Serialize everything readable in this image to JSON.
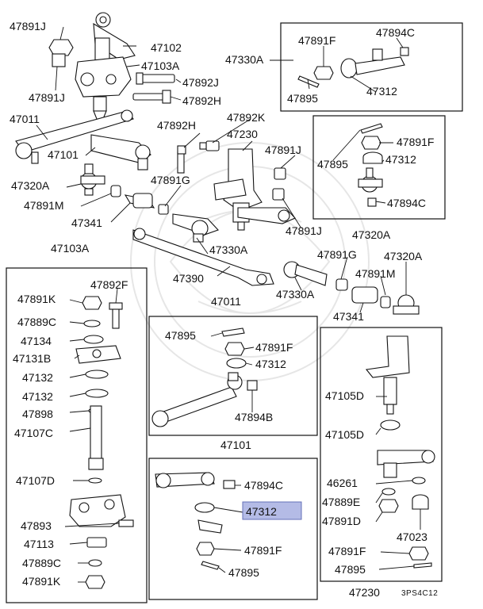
{
  "diagram": {
    "drawing_code": "3PS4C12",
    "highlight_color": "#b4bbe6",
    "labels": {
      "l01": "47891J",
      "l02": "47102",
      "l03": "47103A",
      "l04": "47892J",
      "l05": "47891J",
      "l06": "47892H",
      "l07": "47011",
      "l08": "47101",
      "l09": "47892H",
      "l10": "47892K",
      "l11": "47230",
      "l12": "47891J",
      "l13": "47320A",
      "l14": "47891G",
      "l15": "47891M",
      "l16": "47341",
      "l17": "47891J",
      "l18": "47330A",
      "l19": "47390",
      "b1a": "47330A",
      "b1b": "47891F",
      "b1c": "47894C",
      "b1d": "47895",
      "b1e": "47312",
      "b2a": "47891F",
      "b2b": "47895",
      "b2c": "47312",
      "b2d": "47894C",
      "b2e": "47320A",
      "r1": "47891G",
      "r2": "47320A",
      "r3": "47330A",
      "r4": "47891M",
      "r5": "47341",
      "b3t": "47103A",
      "b3a": "47892F",
      "b3b": "47891K",
      "b3c": "47889C",
      "b3d": "47134",
      "b3e": "47131B",
      "b3f": "47132",
      "b3g": "47132",
      "b3h": "47898",
      "b3i": "47107C",
      "b3j": "47107D",
      "b3k": "47893",
      "b3l": "47113",
      "b3m": "47889C",
      "b3n": "47891K",
      "b4t": "47011",
      "b4a": "47895",
      "b4b": "47891F",
      "b4c": "47312",
      "b4d": "47894B",
      "b5t": "47101",
      "b5a": "47894C",
      "b5b": "47312",
      "b5c": "47891F",
      "b5d": "47895",
      "b6a": "47105D",
      "b6b": "47105D",
      "b6c": "46261",
      "b6d": "47889E",
      "b6e": "47891D",
      "b6f": "47023",
      "b6g": "47891F",
      "b6h": "47895",
      "b6t": "47230"
    }
  }
}
